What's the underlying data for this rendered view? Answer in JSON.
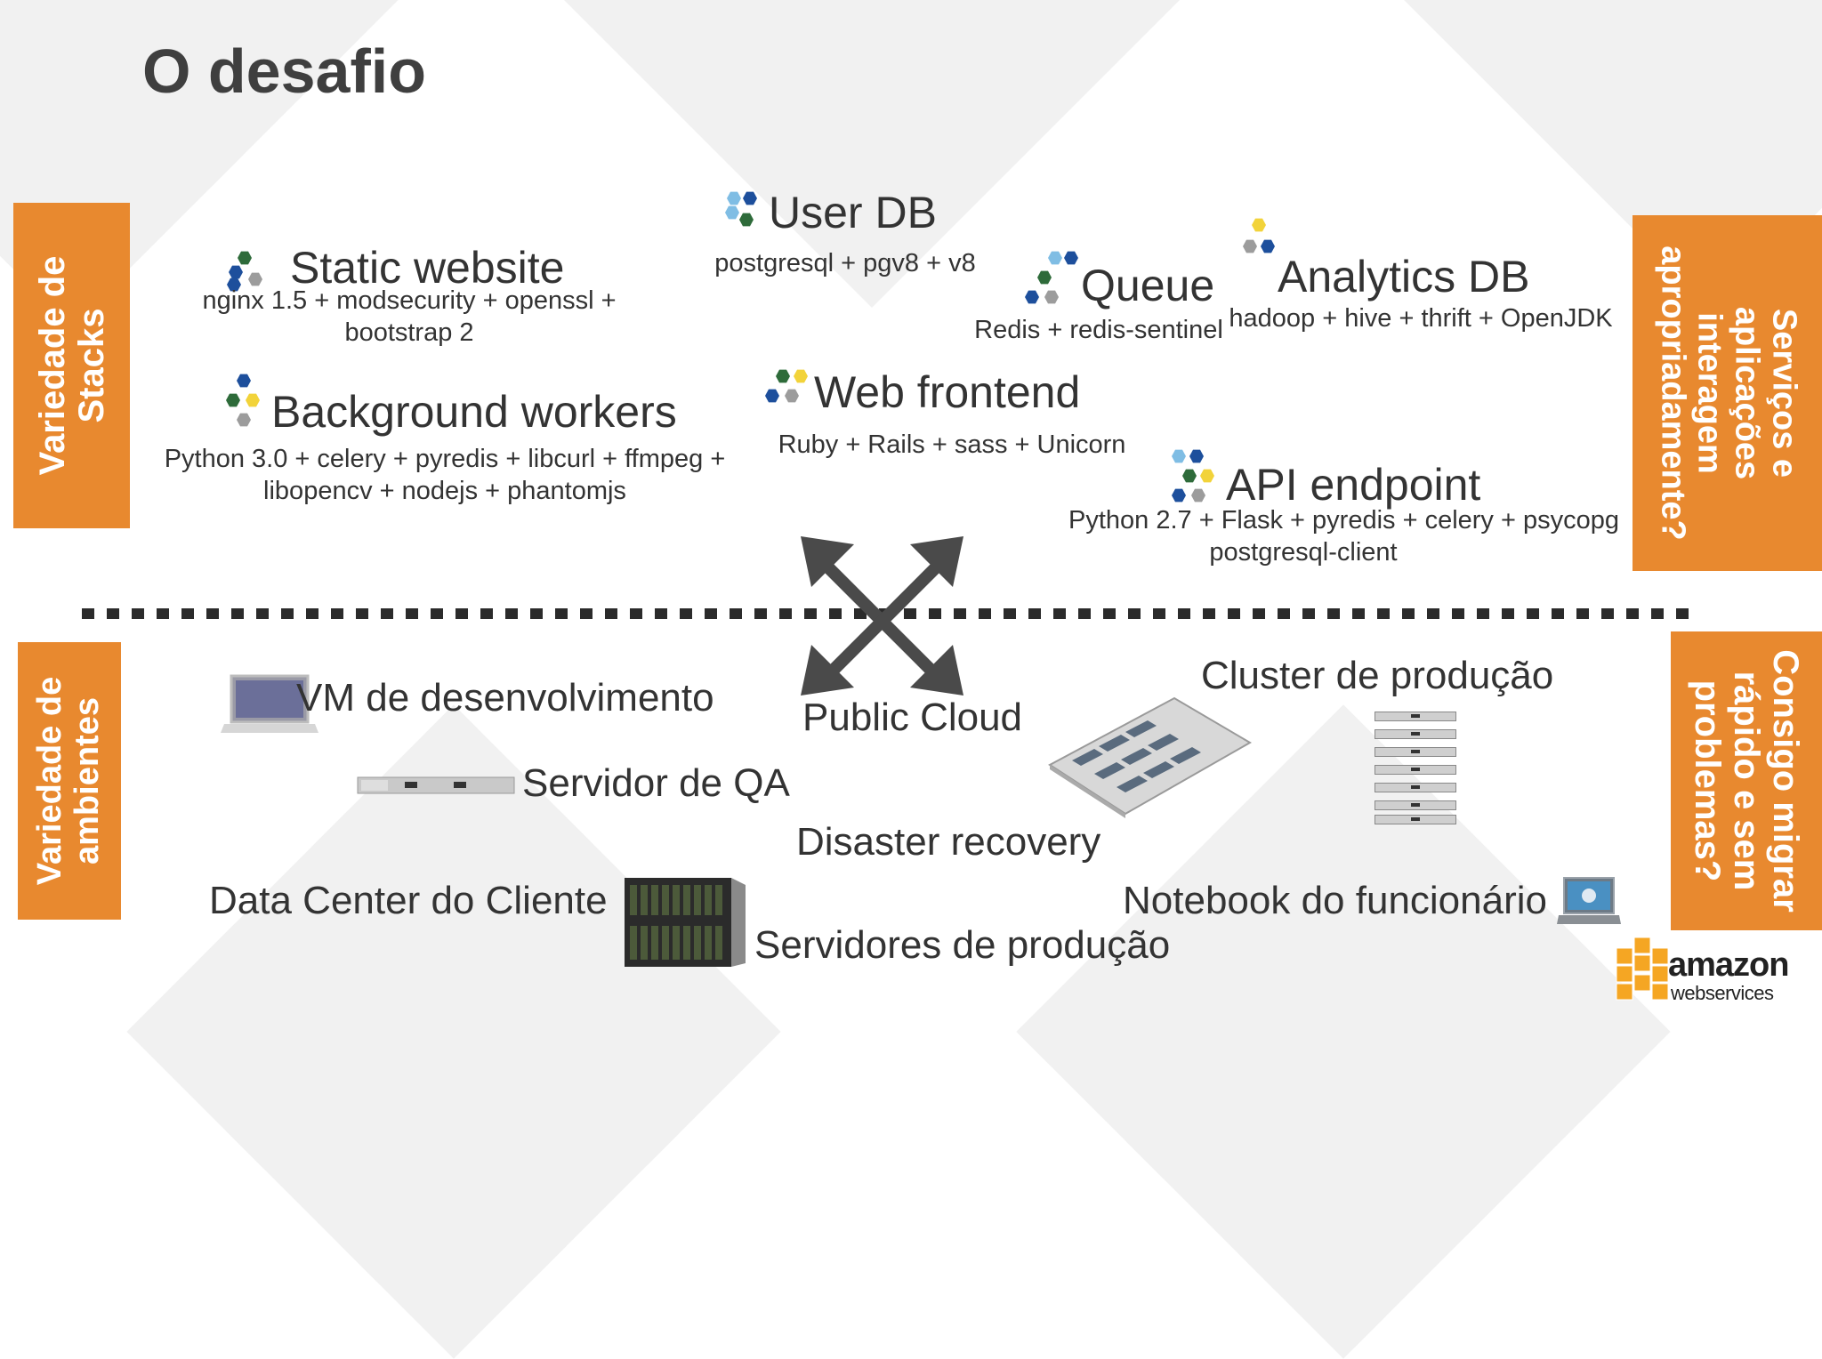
{
  "slide": {
    "title": "O desafio",
    "colors": {
      "accent": "#e8892f",
      "text": "#333333",
      "dash": "#2b2b2b",
      "arrow": "#4a4a4a"
    }
  },
  "sidebars": {
    "left_top": "Variedade de Stacks",
    "left_bottom": "Variedade de ambientes",
    "right_top": "Serviços e aplicações interagem apropriadamente?",
    "right_bottom": "Consigo migrar rápido e sem problemas?"
  },
  "stacks": {
    "static_website": {
      "title": "Static website",
      "line1": "nginx 1.5 + modsecurity + openssl +",
      "line2": "bootstrap 2"
    },
    "user_db": {
      "title": "User DB",
      "line1": "postgresql + pgv8 + v8"
    },
    "queue": {
      "title": "Queue",
      "line1": "Redis + redis-sentinel"
    },
    "analytics_db": {
      "title": "Analytics DB",
      "line1": "hadoop + hive + thrift + OpenJDK"
    },
    "background_workers": {
      "title": "Background workers",
      "line1": "Python 3.0 + celery + pyredis + libcurl + ffmpeg +",
      "line2": "libopencv + nodejs + phantomjs"
    },
    "web_frontend": {
      "title": "Web frontend",
      "line1": "Ruby + Rails + sass + Unicorn"
    },
    "api_endpoint": {
      "title": "API endpoint",
      "line1": "Python 2.7 + Flask + pyredis + celery + psycopg",
      "line2": "postgresql-client"
    }
  },
  "environments": {
    "dev_vm": "VM de desenvolvimento",
    "qa_server": "Servidor de QA",
    "public_cloud": "Public Cloud",
    "production_cluster": "Cluster de produção",
    "disaster_recovery": "Disaster recovery",
    "customer_dc": "Data Center do Cliente",
    "employee_notebook": "Notebook do funcionário",
    "production_servers": "Servidores de produção"
  },
  "logo": {
    "brand": "amazon",
    "sub": "webservices"
  },
  "icons": [
    "hexagon-cluster-icon",
    "laptop-icon",
    "rack-server-icon",
    "datacenter-icon",
    "server-stack-icon",
    "blade-chassis-icon",
    "amazon-logo-icon"
  ]
}
